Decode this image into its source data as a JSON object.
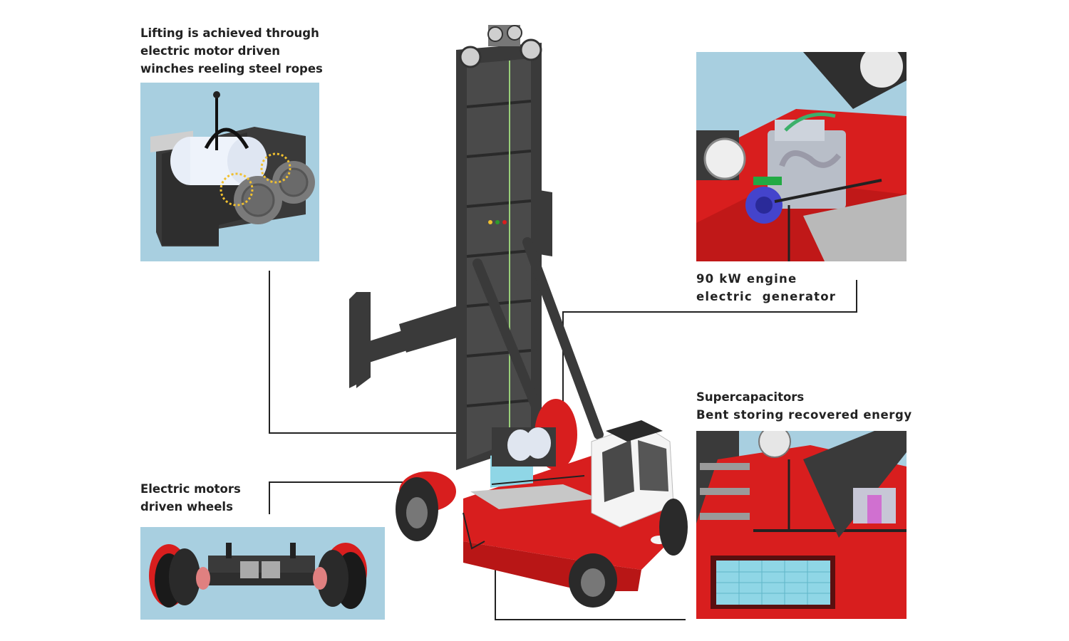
{
  "captions": {
    "lifting": [
      "Lifting is achieved through",
      "electric motor driven",
      "winches reeling steel ropes"
    ],
    "engine": [
      "90 kW engine",
      "electric  generator"
    ],
    "supercap": [
      "Supercapacitors",
      "Bent storing recovered energy"
    ],
    "motors": [
      "Electric motors",
      "driven wheels"
    ]
  },
  "colors": {
    "panel_bg": "#a8cfe0",
    "machine_red": "#d81e1e",
    "mast_dark": "#3a3a3a",
    "cab_white": "#f4f4f4",
    "supercap_cells": "#8fd6e6",
    "leader_line": "#222222"
  },
  "icons": {
    "winch": "winch-drum-icon",
    "generator": "engine-generator-icon",
    "supercapacitor": "supercapacitor-bank-icon",
    "axle": "drive-axle-icon"
  }
}
